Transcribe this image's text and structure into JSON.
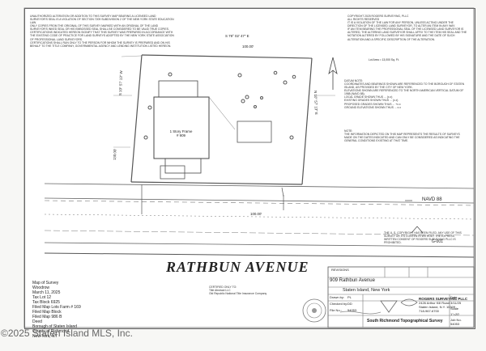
{
  "top_note_left": [
    "UNAUTHORIZED ALTERATION OR ADDITION TO THIS SURVEY MAP BEARING A LICENSED LAND SURVEYOR'S SEAL IS A VIOLATION OF SECTION 7209 SUBDIVISION 2 OF THE NEW YORK STATE EDUCATION LAW.",
    "ONLY COPIES FROM THE ORIGINAL OF THIS SURVEY MARKED WITH AN ORIGINAL OF THE LAND SURVEYOR'S INKED SEAL OR HIS EMBOSSED SEAL SHALL BE CONSIDERED TO BE VALID TRUE COPIES.",
    "CERTIFICATIONS INDICATED HEREON SIGNIFY THAT THIS SURVEY WAS PREPARED IN ACCORDANCE WITH THE EXISTING CODE OF PRACTICE FOR LAND SURVEYS ADOPTED BY THE NEW YORK STATE ASSOCIATION OF PROFESSIONAL LAND SURVEYORS.",
    "CERTIFICATIONS SHALL RUN ONLY TO THE PERSON FOR WHOM THE SURVEY IS PREPARED AND ON HIS BEHALF TO THE TITLE COMPANY, GOVERNMENTAL AGENCY AND LENDING INSTITUTION LISTED HEREON."
  ],
  "top_note_right": [
    "COPYRIGHT 2025 ROGERS SURVEYING, PLLC",
    "ALL RIGHTS RESERVED",
    "IT IS A VIOLATION OF THE LAW FOR ANY PERSON, UNLESS ACTING UNDER THE DIRECTION OF THE LICENSED LAND SURVEYOR, TO ALTER AN ITEM IN ANY WAY.",
    "IF AN ITEM BEARING THE PROFESSIONAL SEAL OF THE LICENSED LAND SURVEYOR IS ALTERED, THE ALTERING LAND SURVEYOR SHALL AFFIX TO THE ITEM HIS SEAL AND THE NOTATION ALTERED BY FOLLOWED BY HIS SIGNATURE AND THE DATE OF SUCH ALTERATION AND A SPECIFIC DESCRIPTION OF THE ALTERATION."
  ],
  "lot_area": "Lot Area = 13,000 Sq. Ft.",
  "datum_note": [
    "DATUM NOTE:",
    "COORDINATES AND BEARINGS SHOWN ARE REFERENCED TO THE BOROUGH OF STATEN ISLAND, AS PROVIDED BY THE CITY OF NEW YORK.",
    "ELEVATIONS SHOWN ARE REFERENCED TO THE NORTH AMERICAN VERTICAL DATUM OF 1988 (NAVD 88).",
    "LOCAL GRADE SHOWN THUS ... (x.x)",
    "EXISTING GRADES SHOWN THUS ... (x.x)",
    "PROPOSED GRADES SHOWN THUS ... +x.x",
    "GROUND ELEVATIONS SHOWN THUS ... x.x"
  ],
  "note_block": [
    "NOTE:",
    "THE INFORMATION DEPICTED ON THIS MAP REPRESENTS THE RESULTS OF SURVEYS MADE ON THE DATES INDICATED AND CAN ONLY BE CONSIDERED AS INDICATING THE GENERAL CONDITIONS EXISTING AT THAT TIME."
  ],
  "lower_right_note": "THE U. S. COPYRIGHT HAS BEEN FILED. ANY USE OF THIS SURVEY OR ITS CONTENTS WITHOUT THE EXPRESS WRITTEN CONSENT OF ROGERS SURVEYING PLLC IS PROHIBITED.",
  "bearing_top": "S 79° 02' 47\" E",
  "distance_top": "100.00'",
  "bearing_left": "S 10° 57' 13\" W",
  "bearing_right": "N 10° 57' 13\" E",
  "distance_side": "130.00'",
  "distance_bottom": "100.00'",
  "street_label": "RATHBUN AVENUE",
  "navd_label": "NAVD 88",
  "hat_label": "G-001",
  "house_label": "1 Story Frame\n# 909",
  "title_block": {
    "address": "909 Rathbun Avenue",
    "city": "Staten Island, New York",
    "drawn_by_label": "Drawn by:",
    "drawn_by": "PL",
    "checked_by_label": "Checked by:",
    "checked_by": "DD",
    "file_no_label": "File No.:",
    "file_no": "54053",
    "date_label": "Date",
    "date": "3/11/25",
    "scale_label": "Scale",
    "scale": "1\"=20'",
    "job_label": "Job No.",
    "job": "54053",
    "company": "ROGERS SURVEYING PLLC",
    "company_address": "2426 Arthur Kill Road",
    "company_city": "Staten Island, N.Y. 10309",
    "company_phone": "718-967-6700",
    "survey": "South Richmond Topographical Survey",
    "revisions_label": "REVISIONS"
  },
  "certified_to_label": "CERTIFIED ONLY TO:",
  "certified_to": [
    "Title Abstract LLC",
    "Old Republic National Title Insurance Company"
  ],
  "footer_left": [
    "Map of Survey",
    "Woodrow",
    "March 11, 2025",
    "Tax Lot   12",
    "Tax Block 6925",
    "Filed Map Lots Farm # 169",
    "Filed Map Block",
    "Filed Map 986 B",
    "Deed",
    "Borough of Staten Island",
    "County of Richmond",
    "New York, NY"
  ],
  "watermark": "©2025 Staten Island MLS, Inc."
}
